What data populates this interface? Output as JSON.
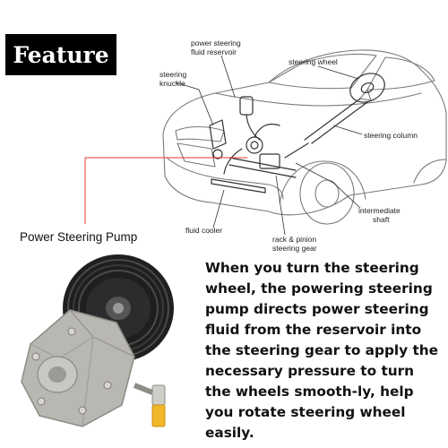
{
  "badge": {
    "text": "Feature"
  },
  "labels": {
    "reservoir_line1": "power steering",
    "reservoir_line2": "fluid reservoir",
    "knuckle_line1": "steering",
    "knuckle_line2": "knuckle",
    "steering_wheel": "steering wheel",
    "steering_column": "steering column",
    "intermediate_line1": "intermediate",
    "intermediate_line2": "shaft",
    "fluid_cooler": "fluid cooler",
    "rack_line1": "rack & pinion",
    "rack_line2": "steering gear"
  },
  "pump_title": "Power Steering Pump",
  "description": "When you turn the steering wheel, the powering steering pump directs power steering fluid from the reservoir into the steering gear to apply the necessary pressure to turn the wheels smooth-ly, help you rotate steering wheel easily.",
  "colors": {
    "badge_bg": "#000000",
    "badge_text": "#ffffff",
    "pointer_line": "#e53935",
    "pump_metal": "#b9b7b1",
    "pulley": "#2b2b2b",
    "fitting": "#f2b728"
  }
}
